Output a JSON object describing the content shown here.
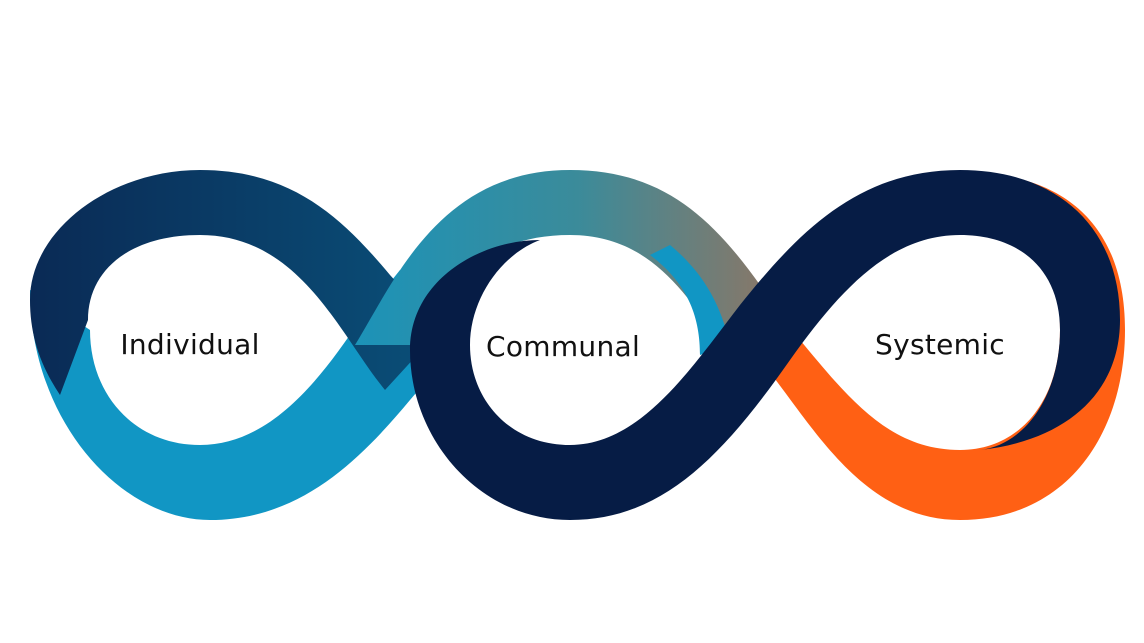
{
  "diagram": {
    "loops": [
      {
        "label": "Individual"
      },
      {
        "label": "Communal"
      },
      {
        "label": "Systemic"
      }
    ]
  },
  "colors": {
    "background": "#ffffff",
    "dark_navy": "#0a2a55",
    "deep_navy": "#061c45",
    "light_blue": "#1196c4",
    "teal": "#2b8fa8",
    "olive_gray": "#7a7a68",
    "orange": "#ff6014",
    "text": "#111111"
  }
}
